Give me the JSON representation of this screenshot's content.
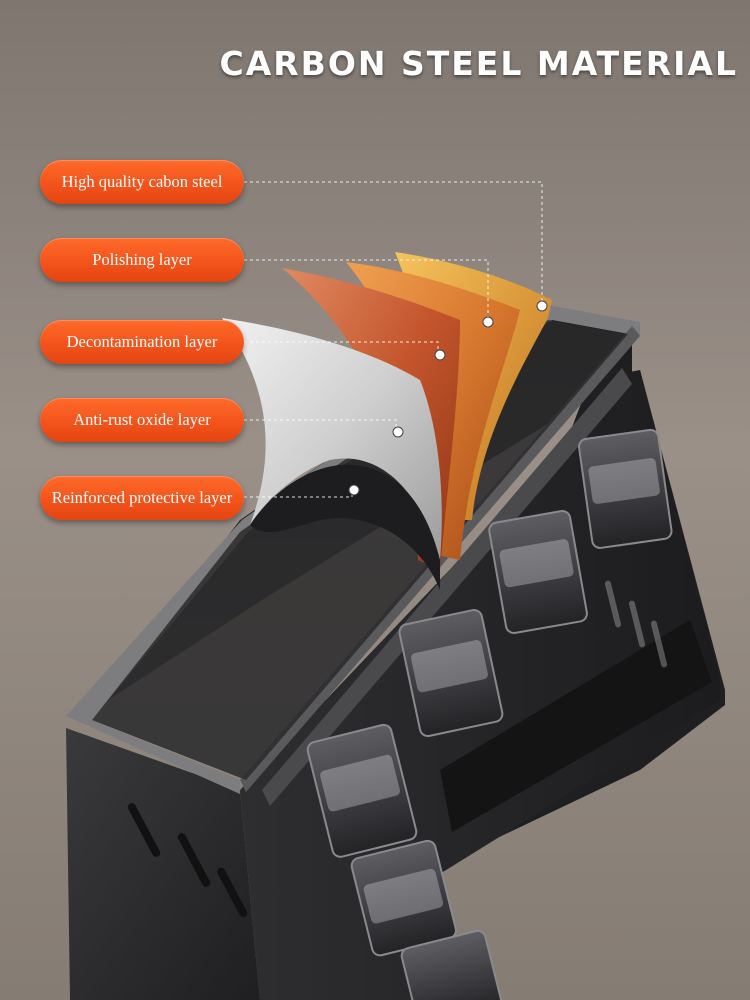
{
  "headline": "CARBON STEEL MATERIAL",
  "layers": [
    {
      "label": "High quality cabon steel"
    },
    {
      "label": "Polishing layer"
    },
    {
      "label": "Decontamination layer"
    },
    {
      "label": "Anti-rust oxide layer"
    },
    {
      "label": "Reinforced protective layer"
    }
  ],
  "colors": {
    "background": "#8d837a",
    "pill": "#f2521a",
    "pill_text": "#ffffff",
    "rack_dark": "#2b2b2d",
    "rack_edge": "#6b6b6e",
    "sheet_copper": "#c4552c",
    "sheet_orange": "#d8782f",
    "sheet_silver": "#d6d6d6"
  },
  "subject": "spice-rack-icon"
}
